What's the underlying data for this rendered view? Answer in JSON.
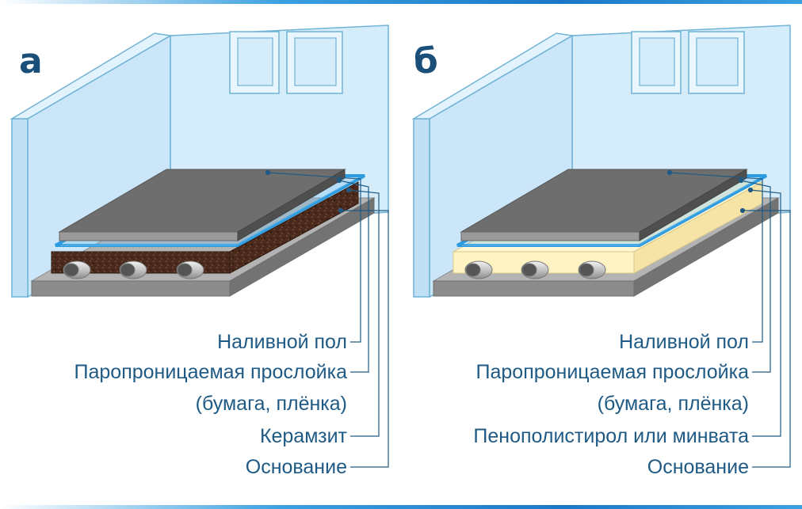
{
  "colors": {
    "wall_fill": "#d5ecfa",
    "wall_stroke": "#6fb3d6",
    "screed": "#6e6e6e",
    "screed_edge": "#9a9a9a",
    "film": "#2d9be0",
    "clay": "#4a2a1c",
    "foam": "#fff3c4",
    "base": "#8c8c8c",
    "pipe": "#c8c8c8",
    "leader": "#1f5a85",
    "text": "#1f5a85"
  },
  "panels": [
    {
      "letter": "а",
      "labels": [
        "Наливной пол",
        "Паропроницаемая прослойка",
        "(бумага, плёнка)",
        "Керамзит",
        "Основание"
      ]
    },
    {
      "letter": "б",
      "labels": [
        "Наливной пол",
        "Паропроницаемая прослойка",
        "(бумага, плёнка)",
        "Пенополистирол или минвата",
        "Основание"
      ]
    }
  ]
}
